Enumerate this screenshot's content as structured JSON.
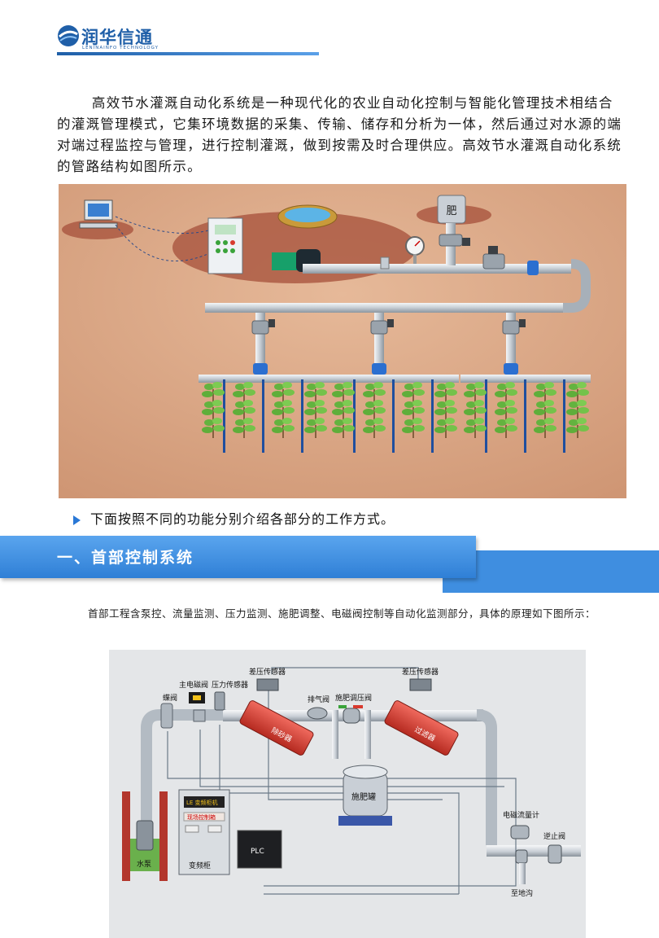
{
  "header": {
    "company_name": "润华信通",
    "company_sub": "LENINAINFO TECHNOLOGY"
  },
  "intro": {
    "text": "高效节水灌溉自动化系统是一种现代化的农业自动化控制与智能化管理技术相结合的灌溉管理模式，它集环境数据的采集、传输、储存和分析为一体，然后通过对水源的端对端过程监控与管理，进行控制灌溉，做到按需及时合理供应。高效节水灌溉自动化系统的管路结构如图所示。"
  },
  "figure1": {
    "fertilizer_label": "肥"
  },
  "note": {
    "text": "下面按照不同的功能分别介绍各部分的工作方式。"
  },
  "section1": {
    "title": "一、首部控制系统",
    "paragraph": "首部工程含泵控、流量监测、压力监测、施肥调整、电磁阀控制等自动化监测部分，具体的原理如下图所示："
  },
  "figure2": {
    "labels": {
      "pressure_diff_left": "差压传感器",
      "pressure_diff_right": "差压传感器",
      "main_valve": "主电磁阀",
      "pressure_sensor": "压力传感器",
      "butterfly_valve": "蝶阀",
      "exhaust_valve": "排气阀",
      "fert_valve": "施肥调压阀",
      "sand_remover": "除砂器",
      "filter": "过滤器",
      "fert_tank": "施肥罐",
      "pump": "水泵",
      "inverter_cabinet": "变频柜",
      "inverter_panel_title": "LE 变频柜机",
      "site_control": "现场控制箱",
      "plc": "PLC",
      "em_flowmeter": "电磁流量计",
      "check_valve": "逆止阀",
      "to_drain": "至地沟"
    },
    "colors": {
      "filter_red": "#d83a2e",
      "pipe_gray": "#c9cfd6",
      "background": "#e4e6e8"
    }
  }
}
